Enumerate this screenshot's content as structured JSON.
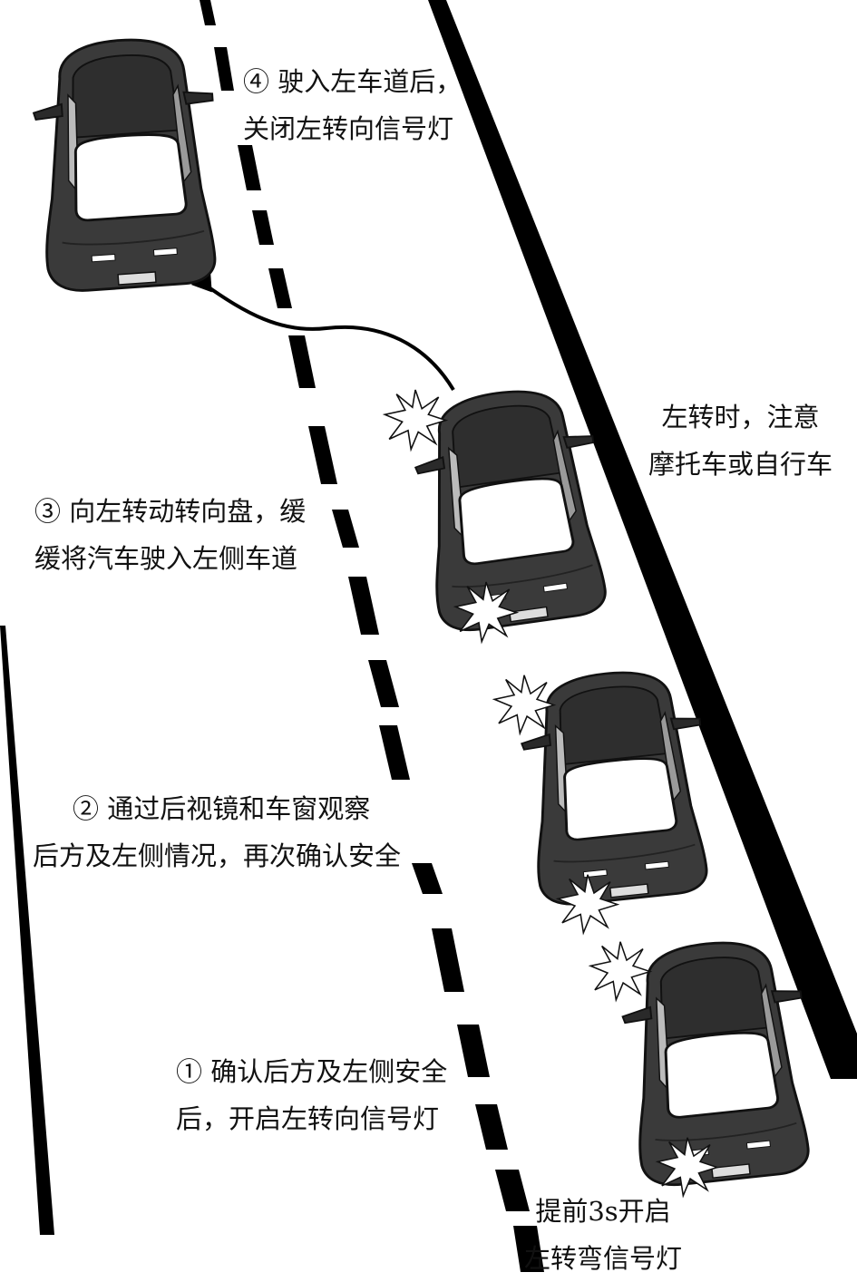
{
  "steps": {
    "step1": {
      "line1": "① 确认后方及左侧安全",
      "line2": "后，开启左转向信号灯"
    },
    "step2": {
      "line1": "② 通过后视镜和车窗观察",
      "line2": "后方及左侧情况，再次确认安全"
    },
    "step3": {
      "line1": "③ 向左转动转向盘，缓",
      "line2": "缓将汽车驶入左侧车道"
    },
    "step4": {
      "line1": "④ 驶入左车道后，",
      "line2": "关闭左转向信号灯"
    }
  },
  "warning": {
    "line1": "左转时，注意",
    "line2": "摩托车或自行车"
  },
  "signal_note": {
    "line1": "提前3s开启",
    "line2": "左转弯信号灯"
  },
  "colors": {
    "road_line": "#000000",
    "car_body": "#3a3a3a",
    "car_roof": "#2e2e2e",
    "window": "#ffffff",
    "flash": "#ffffff",
    "text": "#111111"
  }
}
